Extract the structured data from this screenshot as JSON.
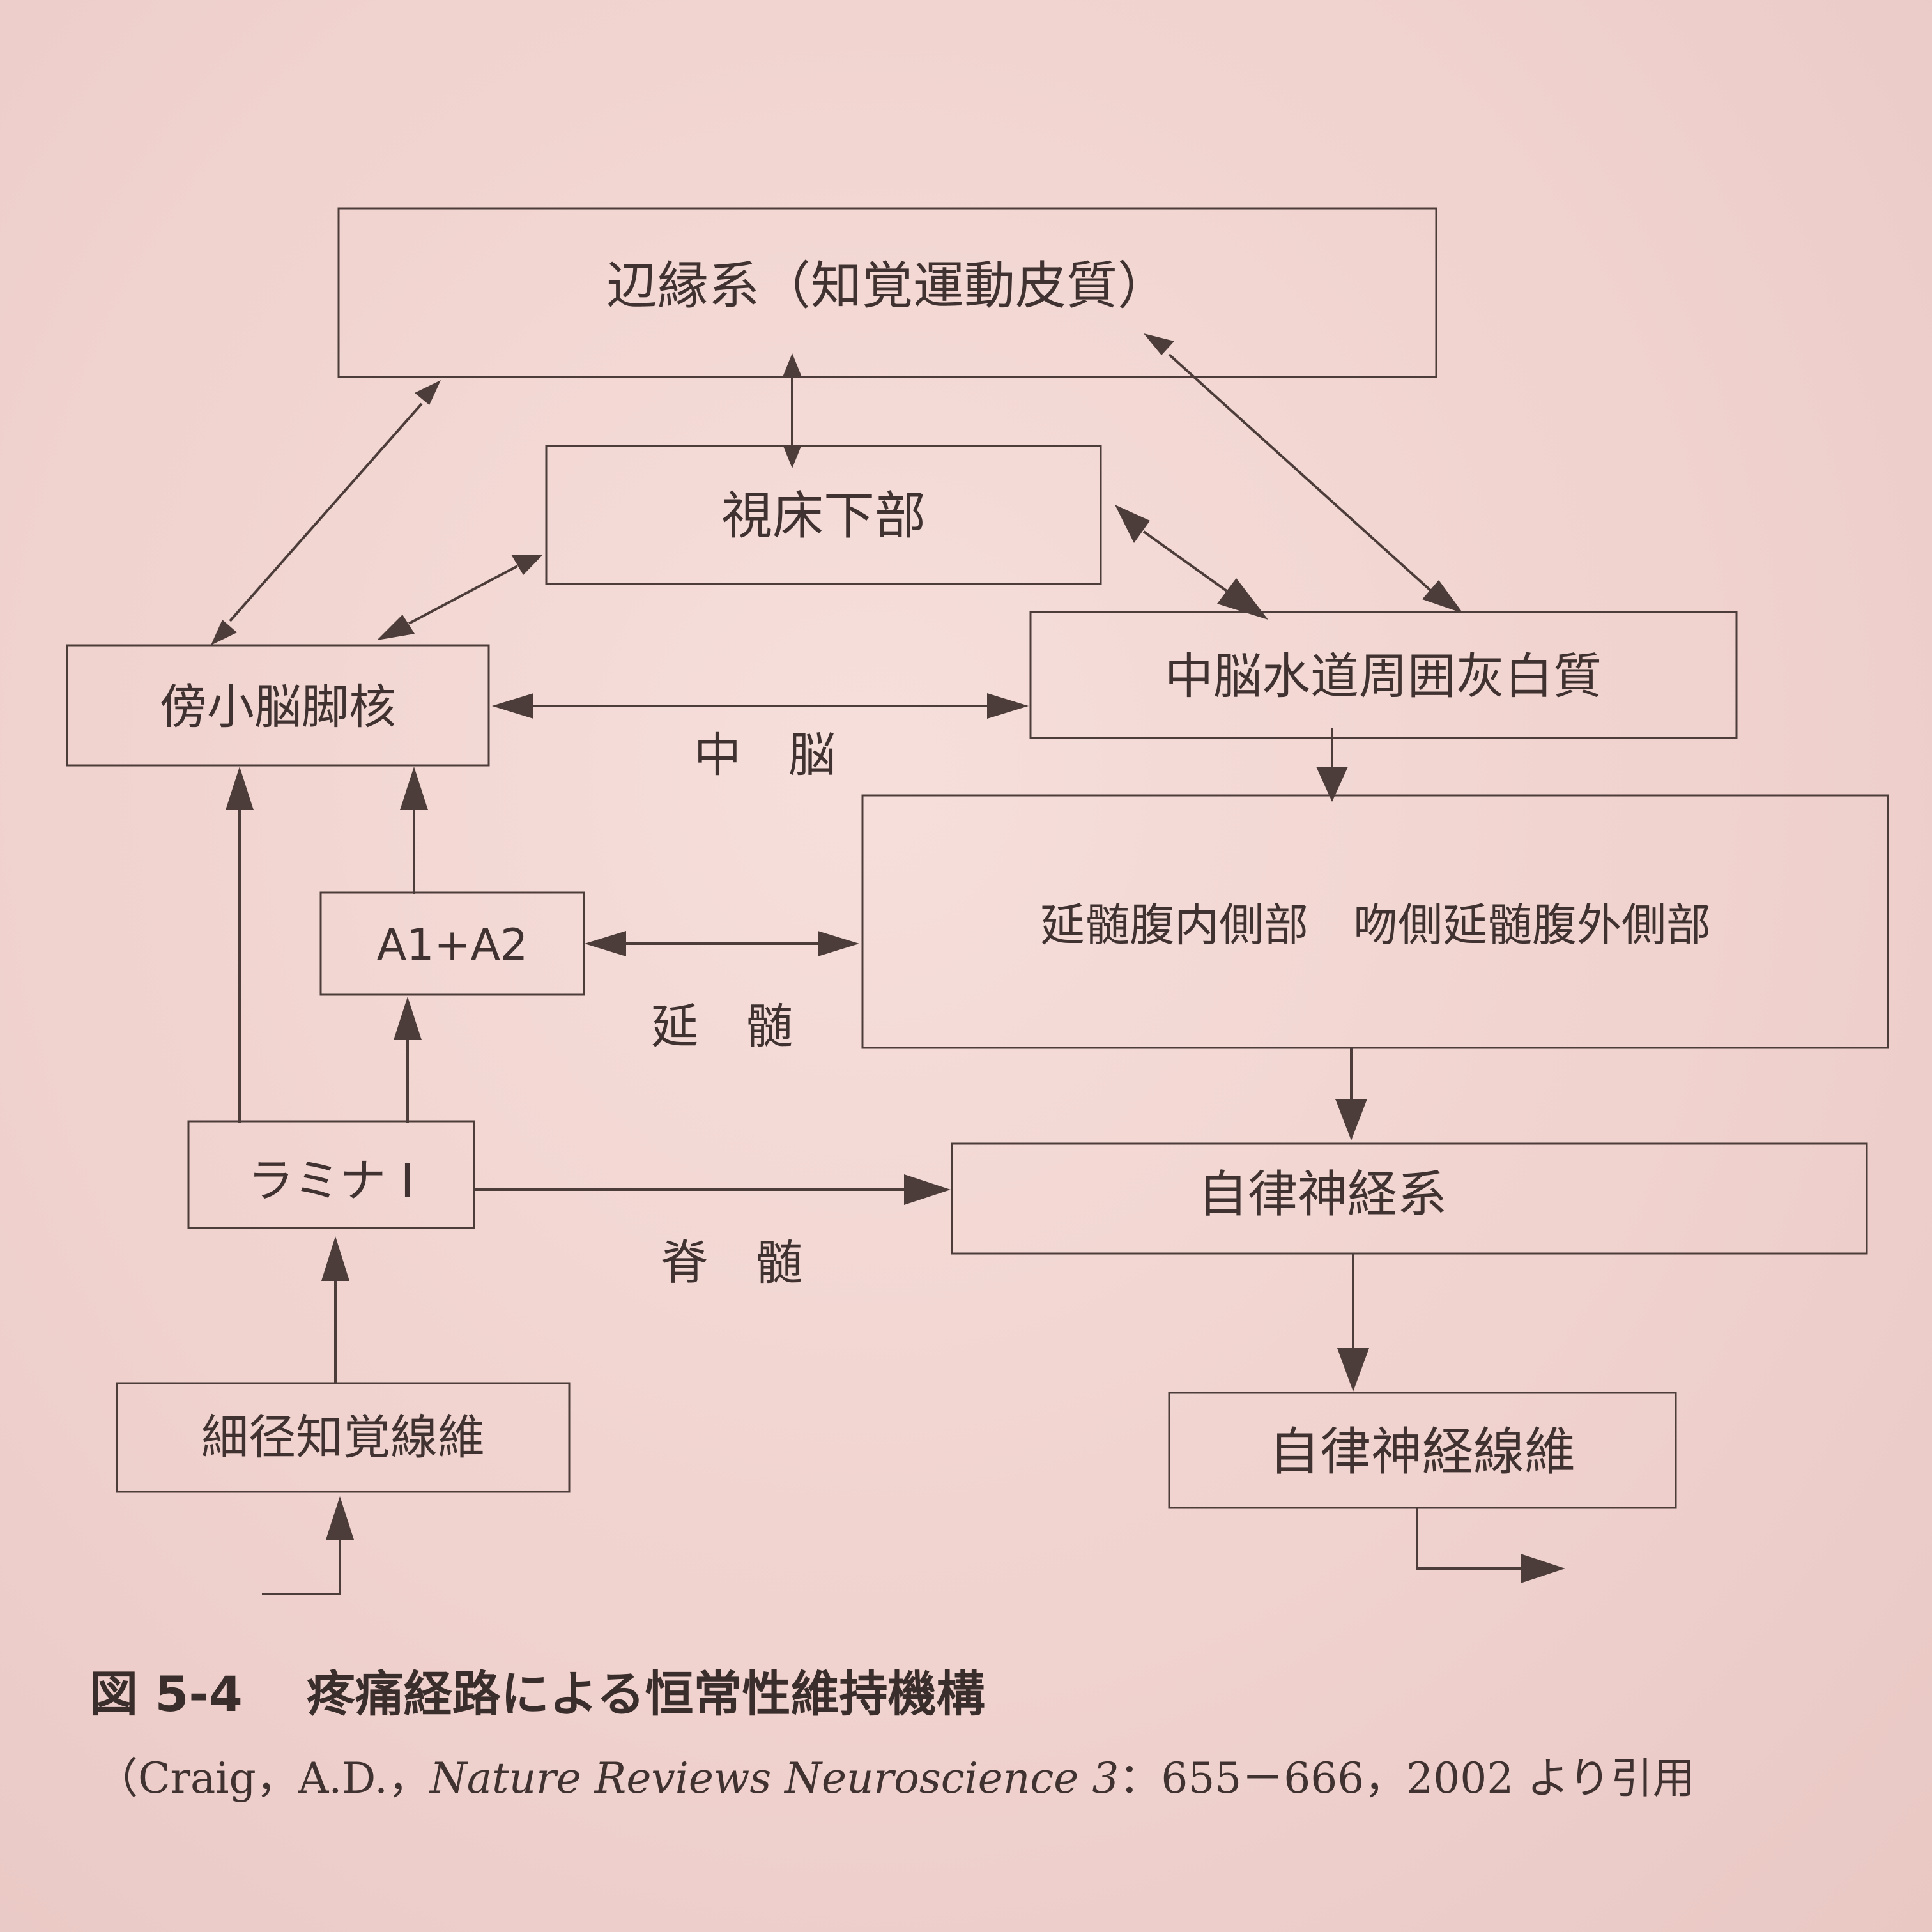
{
  "nodes": {
    "limbic": "辺縁系（知覚運動皮質）",
    "hypothalamus": "視床下部",
    "parabrachial": "傍小脳脚核",
    "pag": "中脳水道周囲灰白質",
    "a1a2": "A1+A2",
    "medulla_box": "延髄腹内側部　吻側延髄腹外側部",
    "lamina": "ラミナ I",
    "ans": "自律神経系",
    "small_fibers": "細径知覚線維",
    "autonomic_fibers": "自律神経線維"
  },
  "regions": {
    "midbrain": "中　脳",
    "medulla": "延　髄",
    "spinal_cord": "脊　髄"
  },
  "caption": {
    "figure_number": "図 5-4",
    "title": "疼痛経路による恒常性維持機構"
  },
  "citation": {
    "prefix": "（Craig，A.D.，",
    "journal": "Nature Reviews Neuroscience 3",
    "suffix": "：655－666，2002 より引用"
  },
  "colors": {
    "paper": "#f2d6d3",
    "ink": "#4d3d3a"
  }
}
